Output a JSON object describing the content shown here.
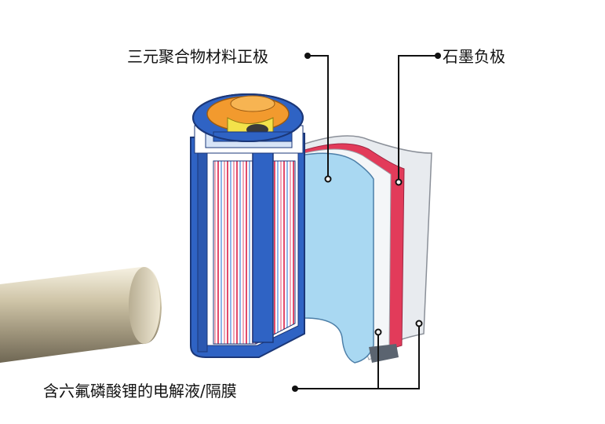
{
  "labels": {
    "cathode": "三元聚合物材料正极",
    "anode": "石墨负极",
    "electrolyte_separator": "含六氟磷酸锂的电解液/隔膜"
  },
  "colors": {
    "casing_blue": "#2f63c4",
    "casing_dark": "#1f3f8f",
    "cap_orange": "#f29a2e",
    "cap_yellow": "#f3e24a",
    "layer_light_blue": "#a9d8f2",
    "layer_red": "#e23b5a",
    "layer_grey": "#d9dde3",
    "stripe_pink": "#f1a7b6",
    "leader_line": "#111111",
    "rod_metal": "#c9bfa4"
  },
  "icons": {
    "cell_cutaway": "cylindrical-battery-cutaway",
    "metal_rod": "metal-cylinder"
  }
}
